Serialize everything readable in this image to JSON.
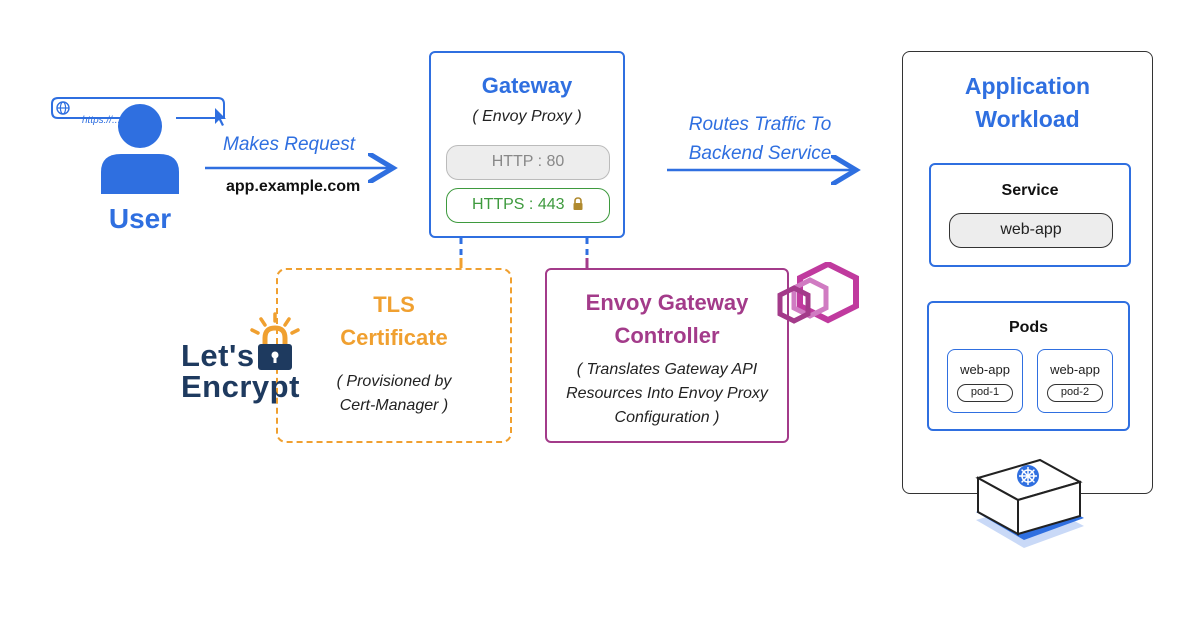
{
  "user": {
    "url_text": "https://...",
    "label": "User"
  },
  "request": {
    "label": "Makes Request",
    "domain": "app.example.com"
  },
  "gateway": {
    "title": "Gateway",
    "subtitle": "( Envoy Proxy )",
    "http_port": "HTTP : 80",
    "https_port": "HTTPS : 443"
  },
  "routes": {
    "line1": "Routes Traffic To",
    "line2": "Backend Service"
  },
  "tls": {
    "title_line1": "TLS",
    "title_line2": "Certificate",
    "desc_line1": "( Provisioned by",
    "desc_line2": "Cert-Manager )"
  },
  "letsencrypt": {
    "line1": "Let's",
    "line2": "Encrypt"
  },
  "controller": {
    "title_line1": "Envoy Gateway",
    "title_line2": "Controller",
    "desc_line1": "( Translates Gateway API",
    "desc_line2": "Resources Into Envoy Proxy",
    "desc_line3": "Configuration )"
  },
  "workload": {
    "title_line1": "Application",
    "title_line2": "Workload",
    "service": {
      "title": "Service",
      "name": "web-app"
    },
    "pods": {
      "title": "Pods",
      "items": [
        {
          "app": "web-app",
          "pod": "pod-1"
        },
        {
          "app": "web-app",
          "pod": "pod-2"
        }
      ]
    }
  },
  "colors": {
    "blue": "#2f6fe0",
    "orange": "#f0a030",
    "purple": "#a33b8a",
    "green": "#3e9a3e",
    "navy": "#1e3a5f"
  }
}
